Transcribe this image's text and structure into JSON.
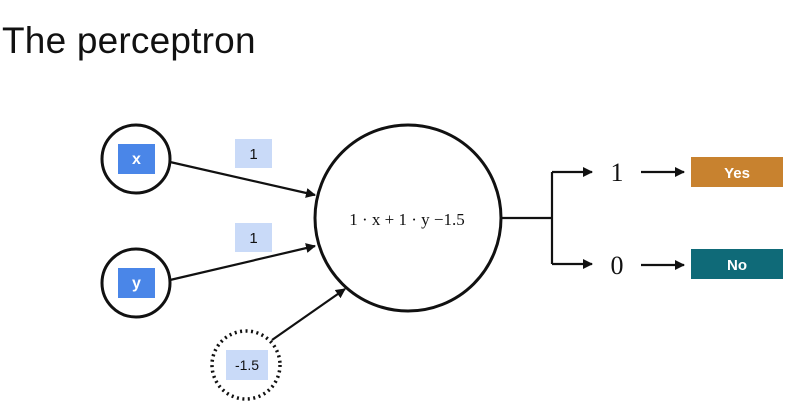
{
  "title": "The perceptron",
  "inputs": {
    "x_label": "x",
    "y_label": "y",
    "bias_label": "-1.5"
  },
  "weights": {
    "w_x": "1",
    "w_y": "1"
  },
  "neuron": {
    "equation": "1 · x + 1 · y −1.5"
  },
  "outputs": {
    "one": "1",
    "zero": "0",
    "yes_label": "Yes",
    "no_label": "No"
  },
  "colors": {
    "input_box": "#4a86e8",
    "weight_box": "#c9daf8",
    "yes_box": "#c8822f",
    "no_box": "#0f6a78"
  }
}
